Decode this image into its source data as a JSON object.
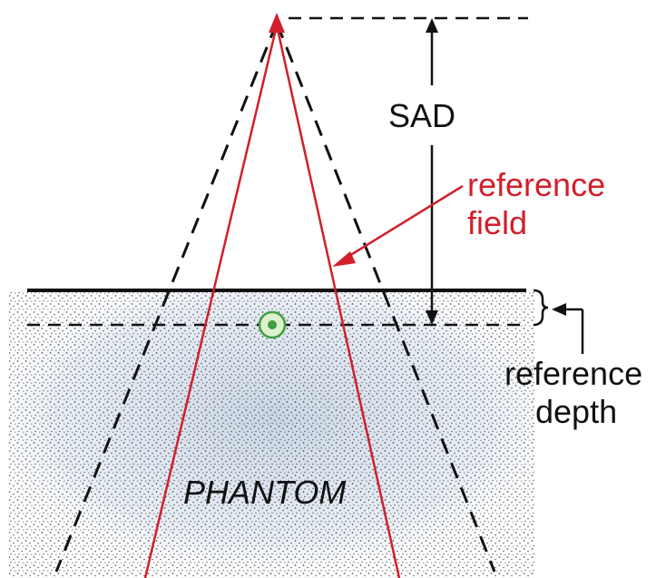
{
  "labels": {
    "sad": "SAD",
    "reference_field_line1": "reference",
    "reference_field_line2": "field",
    "reference_depth_line1": "reference",
    "reference_depth_line2": "depth",
    "phantom": "PHANTOM"
  },
  "colors": {
    "beam_red": "#d21f2b",
    "black": "#111111",
    "phantom_tint": "#c7d4e4",
    "stipple": "#2a2a2a",
    "point_green": "#3f9e3f",
    "point_fill": "#dff0cf"
  },
  "icons": {
    "source": "triangle-source-icon",
    "point": "measurement-point-icon"
  }
}
